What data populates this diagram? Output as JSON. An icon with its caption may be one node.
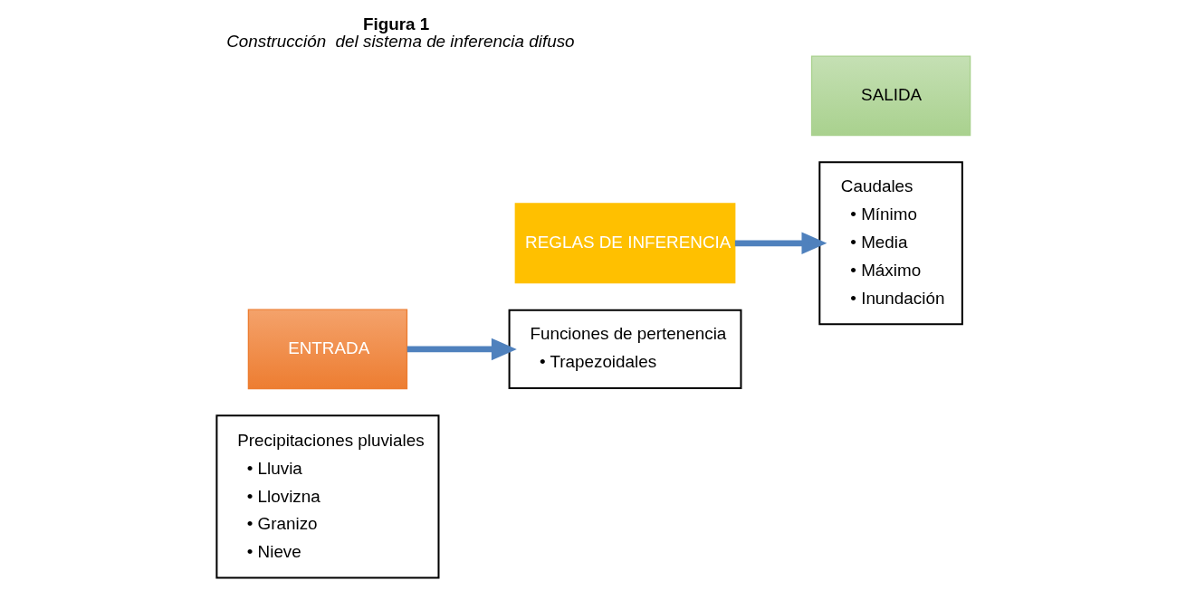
{
  "diagram": {
    "title": "Figura 1",
    "caption": "Construcción  del sistema de inferencia difuso",
    "nodes": [
      {
        "text": [
          "Precipitaciones pluviales",
          "• Lluvia",
          "• Llovizna",
          "• Granizo",
          "• Nieve"
        ]
      },
      {
        "text": [
          "ENTRADA"
        ]
      },
      {
        "text": [
          "Funciones de pertenencia",
          "• Trapezoidales"
        ]
      },
      {
        "text": [
          "REGLAS DE INFERENCIA"
        ]
      },
      {
        "text": [
          "Caudales",
          "• Mínimo",
          "• Media",
          "• Máximo",
          "• Inundación"
        ]
      },
      {
        "text": [
          "SALIDA"
        ]
      }
    ],
    "edges": [
      {
        "from": 1,
        "to": 2,
        "arrow": "to"
      },
      {
        "from": 3,
        "to": 4,
        "arrow": "to"
      }
    ]
  }
}
